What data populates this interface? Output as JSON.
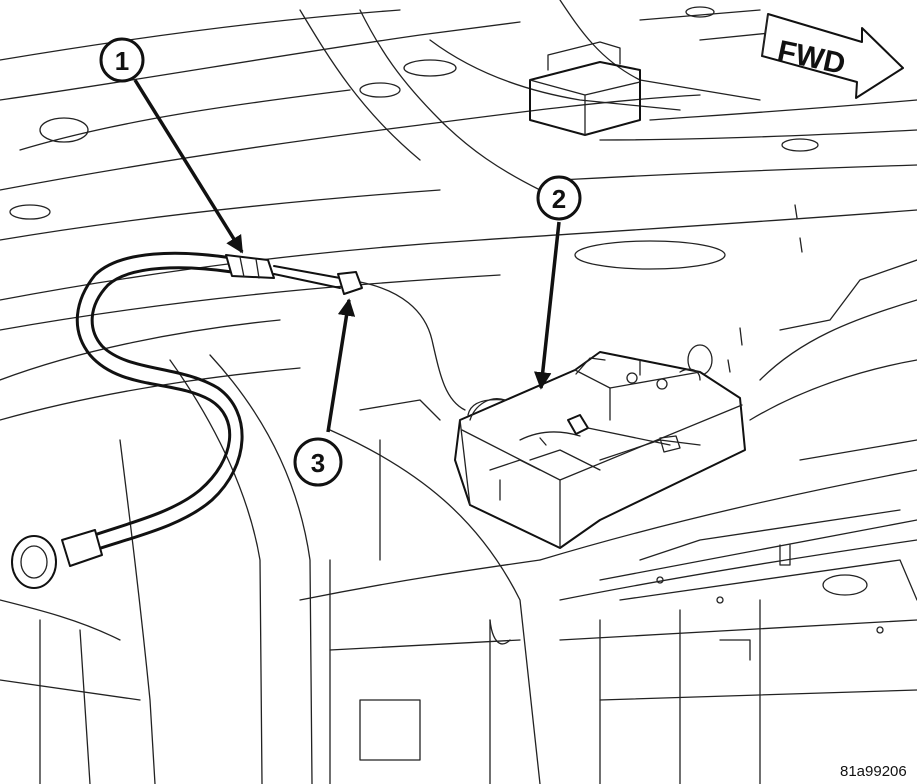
{
  "callouts": [
    {
      "id": "callout-1",
      "label": "1"
    },
    {
      "id": "callout-2",
      "label": "2"
    },
    {
      "id": "callout-3",
      "label": "3"
    }
  ],
  "direction_label": "FWD",
  "figure_id": "81a99206",
  "icons": [
    "forward-arrow-icon"
  ],
  "colors": {
    "line": "#111111",
    "background": "#ffffff"
  }
}
